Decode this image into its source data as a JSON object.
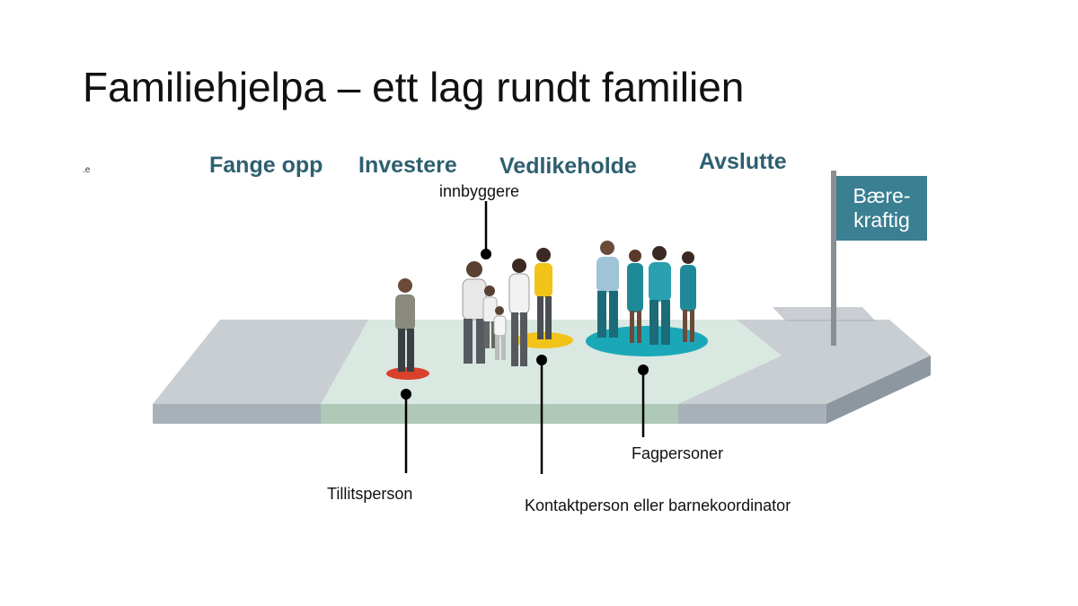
{
  "title": "Familiehjelpa – ett lag rundt familien",
  "tiny_mark": ".e",
  "phases": [
    "Fange opp",
    "Investere",
    "Vedlikeholde",
    "Avslutte"
  ],
  "flag": {
    "line1": "Bære-",
    "line2": "kraftig"
  },
  "labels": {
    "innbyggere": "innbyggere",
    "tillitsperson": "Tillitsperson",
    "kontaktperson": "Kontaktperson eller barnekoordinator",
    "fagpersoner": "Fagpersoner"
  },
  "colors": {
    "phase_text": "#2e5f70",
    "flag_bg": "#3a7f92",
    "path_grey": "#c9ced3",
    "path_green": "#d9e8e0",
    "red_disc": "#d9412b",
    "yellow_disc": "#f2c318",
    "teal_disc": "#1aa8b8"
  }
}
